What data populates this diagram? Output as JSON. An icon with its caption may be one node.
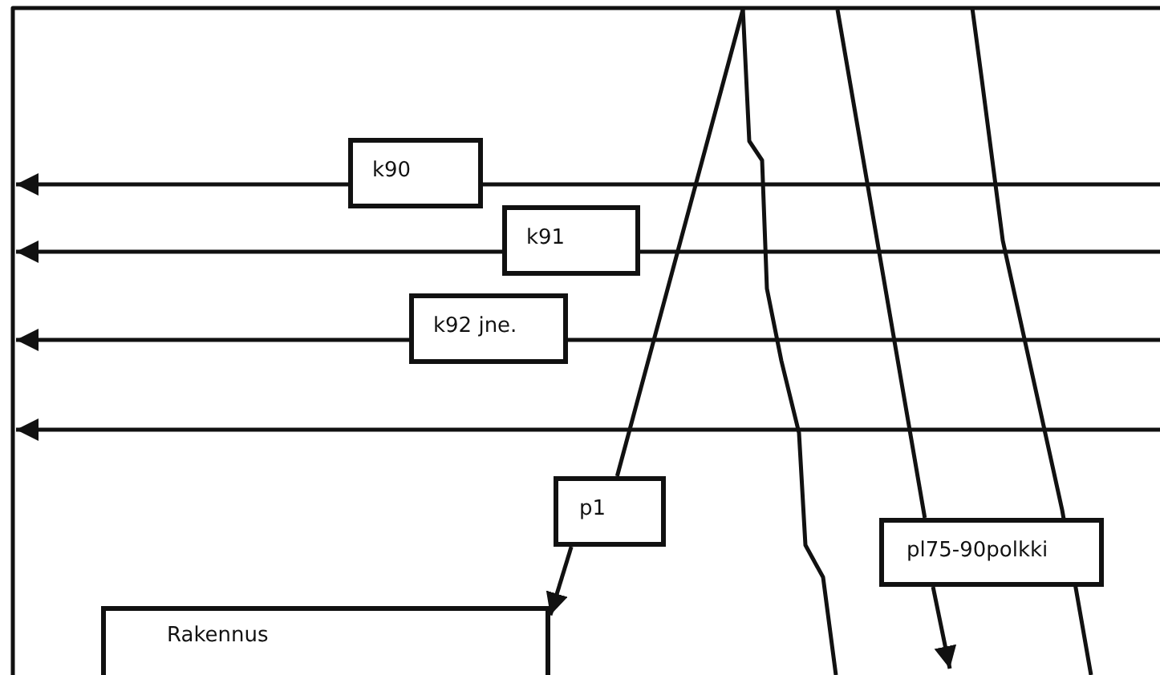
{
  "diagram": {
    "nodes": [
      {
        "text": [
          "k90"
        ]
      },
      {
        "text": [
          "k91"
        ]
      },
      {
        "text": [
          "k92 jne."
        ]
      },
      {
        "text": [
          "p1"
        ]
      },
      {
        "text": [
          "pl75-90polkki"
        ]
      },
      {
        "text": [
          "Rakennus"
        ]
      }
    ],
    "edges": [
      {
        "from": 0,
        "to": null,
        "arrow": "to"
      },
      {
        "from": 1,
        "to": null,
        "arrow": "to"
      },
      {
        "from": 2,
        "to": null,
        "arrow": "to"
      },
      {
        "from": null,
        "to": 3,
        "arrow": "none"
      },
      {
        "from": 3,
        "to": 5,
        "arrow": "to"
      },
      {
        "from": null,
        "to": 4,
        "arrow": "none"
      },
      {
        "from": 4,
        "to": null,
        "arrow": "to"
      }
    ]
  }
}
